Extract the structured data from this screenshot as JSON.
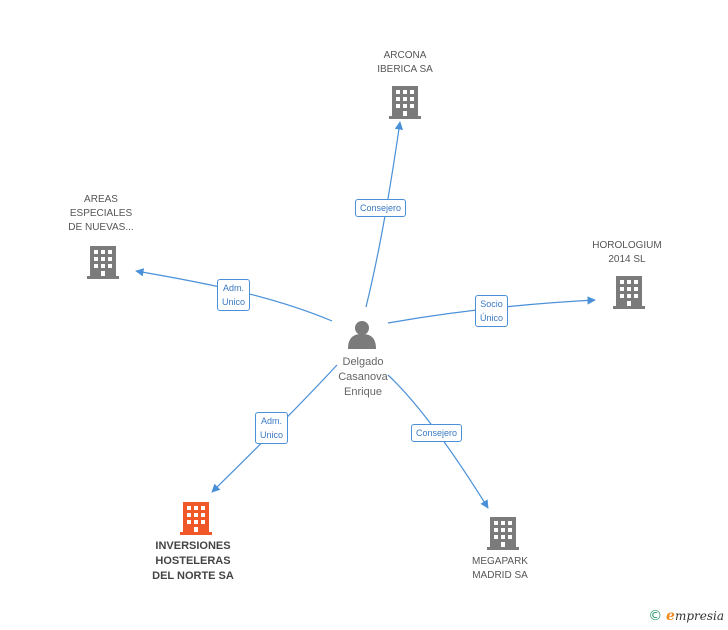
{
  "center": {
    "name": "Delgado\nCasanova\nEnrique"
  },
  "nodes": [
    {
      "id": "arcona",
      "name": "ARCONA\nIBERICA SA",
      "highlight": false
    },
    {
      "id": "areas",
      "name": "AREAS\nESPECIALES\nDE NUEVAS...",
      "highlight": false
    },
    {
      "id": "horologium",
      "name": "HOROLOGIUM\n2014  SL",
      "highlight": false
    },
    {
      "id": "inversiones",
      "name": "INVERSIONES\nHOSTELERAS\nDEL NORTE SA",
      "highlight": true
    },
    {
      "id": "megapark",
      "name": "MEGAPARK\nMADRID SA",
      "highlight": false
    }
  ],
  "edges": [
    {
      "to": "arcona",
      "label": "Consejero"
    },
    {
      "to": "areas",
      "label": "Adm.\nUnico"
    },
    {
      "to": "horologium",
      "label": "Socio\nÚnico"
    },
    {
      "to": "inversiones",
      "label": "Adm.\nUnico"
    },
    {
      "to": "megapark",
      "label": "Consejero"
    }
  ],
  "colors": {
    "edge": "#4a90d9",
    "building": "#7b7b7b",
    "building_highlight": "#f0582a",
    "person": "#7b7b7b"
  },
  "footer": {
    "copyright_symbol": "©",
    "brand_initial": "e",
    "brand_rest": "mpresia"
  }
}
